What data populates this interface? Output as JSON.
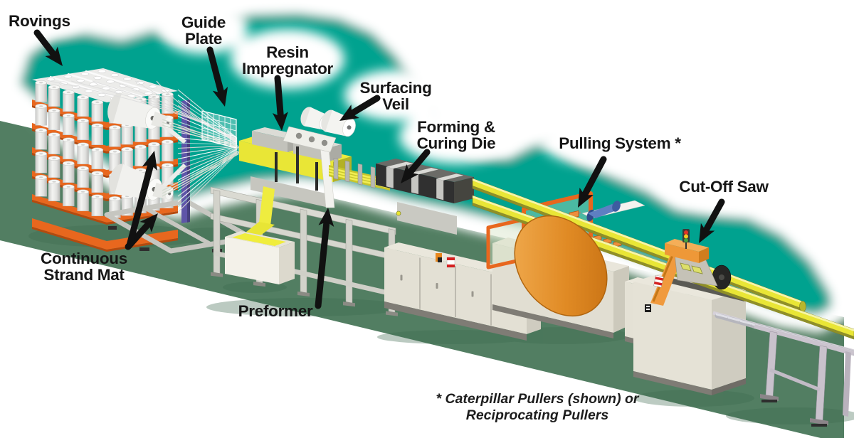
{
  "labels": {
    "rovings": {
      "text": "Rovings"
    },
    "guide_plate": {
      "lines": [
        "Guide",
        "Plate"
      ]
    },
    "resin_impregnator": {
      "lines": [
        "Resin",
        "Impregnator"
      ]
    },
    "surfacing_veil": {
      "lines": [
        "Surfacing",
        "Veil"
      ]
    },
    "forming_curing_die": {
      "lines": [
        "Forming &",
        "Curing Die"
      ]
    },
    "pulling_system": {
      "text": "Pulling System *"
    },
    "cut_off_saw": {
      "text": "Cut-Off Saw"
    },
    "continuous_strand_mat": {
      "lines": [
        "Continuous",
        "Strand Mat"
      ]
    },
    "preformer": {
      "text": "Preformer"
    }
  },
  "footnote": {
    "lines": [
      "* Caterpillar Pullers (shown) or",
      "Reciprocating Pullers"
    ]
  },
  "colors": {
    "teal": "#00A28F",
    "floor_green": "#527E62",
    "rack_orange": "#E8671E",
    "rack_orange_dark": "#B44A0E",
    "resin_yellow": "#E9E636",
    "profile_olive": "#8F8F28",
    "machine_beige": "#E3E0D4",
    "puller_orange": "#E08A24",
    "cone_blue": "#5E7FC2",
    "post_purple": "#5E55A8",
    "die_dark": "#303030",
    "saw_arm_orange": "#F09A3E",
    "arrow_black": "#111111"
  }
}
